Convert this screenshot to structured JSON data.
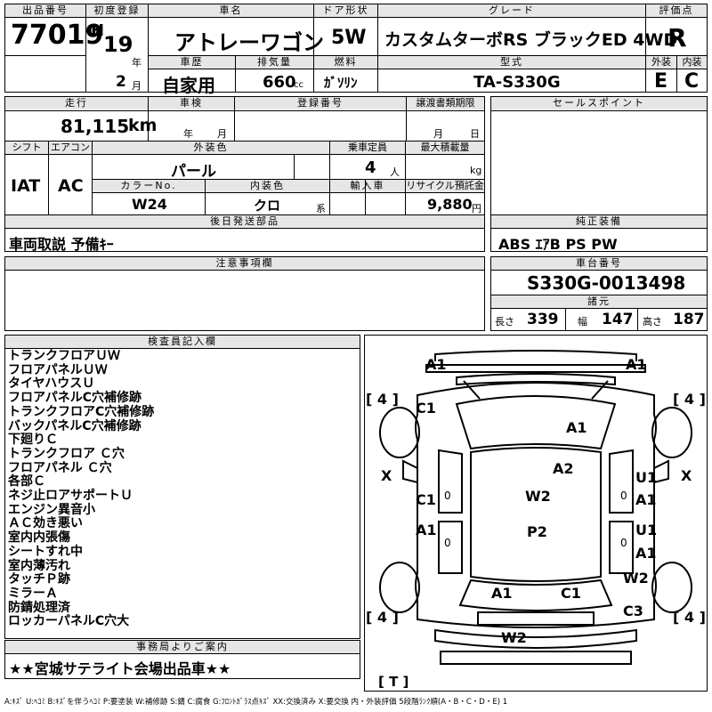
{
  "top": {
    "lot_label": "出品番号",
    "lot_number": "77019",
    "first_reg_label": "初度登録",
    "era": "H",
    "year": "19",
    "year_unit": "年",
    "month": "2",
    "month_unit": "月",
    "car_name_label": "車名",
    "car_name": "アトレーワゴン",
    "door_label": "ドア形状",
    "door": "5W",
    "grade_label": "グレード",
    "grade": "カスタムターボRS ブラックED 4WD",
    "score_label": "評価点",
    "score": "R",
    "history_label": "車歴",
    "history": "自家用",
    "displacement_label": "排気量",
    "displacement": "660",
    "displacement_unit": "cc",
    "fuel_label": "燃料",
    "fuel": "ｶﾞｿﾘﾝ",
    "model_label": "型式",
    "model": "TA-S330G",
    "exterior_label": "外装",
    "exterior": "E",
    "interior_label": "内装",
    "interior": "C"
  },
  "second": {
    "mileage_label": "走行",
    "mileage": "81,115",
    "mileage_unit": "km",
    "inspection_label": "車検",
    "inspection_year": "年",
    "inspection_month": "月",
    "reg_label": "登録番号",
    "transfer_label": "譲渡書類期限",
    "transfer_month": "月",
    "transfer_day": "日",
    "shift_label": "シフト",
    "shift": "IAT",
    "ac_label": "エアコン",
    "ac": "AC",
    "color_label": "外装色",
    "color": "パール",
    "capacity_label": "乗車定員",
    "capacity": "4",
    "capacity_unit": "人",
    "load_label": "最大積載量",
    "load_unit": "kg",
    "colorno_label": "カラーNo.",
    "colorno": "W24",
    "intcolor_label": "内装色",
    "intcolor": "クロ",
    "intcolor_unit": "系",
    "import_label": "輸入車",
    "recycle_label": "リサイクル預託金",
    "recycle": "9,880",
    "recycle_unit": "円",
    "later_label": "後日発送部品",
    "later": "車両取説 予備ｷｰ"
  },
  "right": {
    "sales_label": "セールスポイント",
    "equip_label": "純正装備",
    "equip": "ABS ｴｱB PS PW",
    "chassis_label": "車台番号",
    "chassis": "S330G-0013498",
    "spec_label": "諸元",
    "length_label": "長さ",
    "length": "339",
    "width_label": "幅",
    "width": "147",
    "height_label": "高さ",
    "height": "187"
  },
  "notes": {
    "label": "注意事項欄"
  },
  "inspector": {
    "label": "検査員記入欄",
    "lines": [
      "トランクフロアＵＷ",
      "フロアパネルＵＷ",
      "タイヤハウスＵ",
      "フロアパネルC穴補修跡",
      "トランクフロアC穴補修跡",
      "バックパネルC穴補修跡",
      "下廻りＣ",
      "トランクフロア Ｃ穴",
      "フロアパネル Ｃ穴",
      "各部Ｃ",
      "ネジ止ロアサポートＵ",
      "エンジン異音小",
      "ＡＣ効き悪い",
      "室内内張傷",
      "シートすれ中",
      "室内薄汚れ",
      "タッチＰ跡",
      "ミラーＡ",
      "防錆処理済",
      "ロッカーパネルC穴大"
    ]
  },
  "office": {
    "label": "事務局よりご案内",
    "text": "★★宮城サテライト会場出品車★★"
  },
  "diagram": {
    "labels": {
      "a1_tl": "A1",
      "a1_tr": "A1",
      "tire_tl": "[ 4 ]",
      "tire_tr": "[ 4 ]",
      "c1_hood": "C1",
      "a1_roof": "A1",
      "a2": "A2",
      "x_l": "X",
      "x_r": "X",
      "u1_r1": "U1",
      "a1_r1": "A1",
      "c1_l": "C1",
      "w2_mid": "W2",
      "zero_l1": "0",
      "zero_r1": "0",
      "a1_l2": "A1",
      "p2": "P2",
      "u1_r2": "U1",
      "a1_r2": "A1",
      "zero_l2": "0",
      "zero_r2": "0",
      "w2_r": "W2",
      "a1_rear": "A1",
      "c1_rear": "C1",
      "c3": "C3",
      "tire_bl": "[ 4 ]",
      "tire_br": "[ 4 ]",
      "w2_bottom": "W2",
      "trunk": "[ T ]"
    }
  },
  "legend": "A:ｷｽﾞ U:ﾍｺﾐ B:ｷｽﾞを伴うﾍｺﾐ P:要塗装 W:補修跡 S:錆 C:腐食 G:ﾌﾛﾝﾄｶﾞﾗｽ点ｷｽﾞ XX:交換済み X:要交換 内・外装評価 5段階ﾗﾝｸ順(A・B・C・D・E) 1",
  "colors": {
    "header_bg": "#e6e6e6",
    "line": "#000000"
  }
}
